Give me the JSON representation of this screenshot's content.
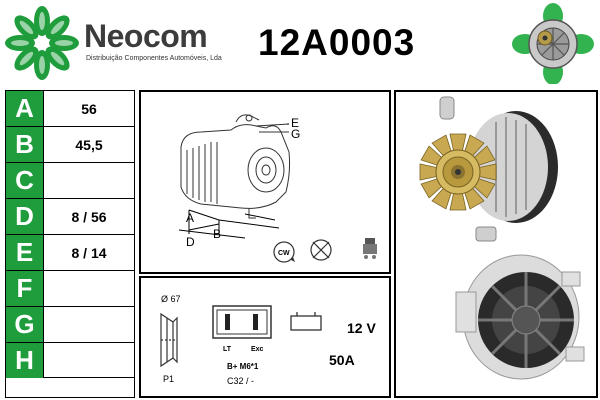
{
  "brand": {
    "name": "Neocom",
    "subtitle": "Distribuição Componentes Automóveis, Lda",
    "logo_color": "#1f9d3c"
  },
  "part_number": "12A0003",
  "specs": [
    {
      "letter": "A",
      "value": "56"
    },
    {
      "letter": "B",
      "value": "45,5"
    },
    {
      "letter": "C",
      "value": ""
    },
    {
      "letter": "D",
      "value": "8 / 56"
    },
    {
      "letter": "E",
      "value": "8 / 14"
    },
    {
      "letter": "F",
      "value": ""
    },
    {
      "letter": "G",
      "value": ""
    },
    {
      "letter": "H",
      "value": ""
    }
  ],
  "diagram": {
    "labels": {
      "a": "A",
      "b": "B",
      "d": "D",
      "e": "E",
      "g": "G"
    },
    "rotation": "CW",
    "icons": [
      "cw-rotation-icon",
      "no-fan-icon",
      "regulator-icon"
    ]
  },
  "electrical": {
    "pulley_diameter": "Ø 67",
    "pulley_type": "P1",
    "terminal_lt": "LT",
    "terminal_exc": "Exc",
    "terminal_bplus": "B+ M6*1",
    "connector": "C32 / -",
    "voltage": "12 V",
    "amperage": "50A"
  },
  "colors": {
    "accent": "#1f9d3c"
  }
}
